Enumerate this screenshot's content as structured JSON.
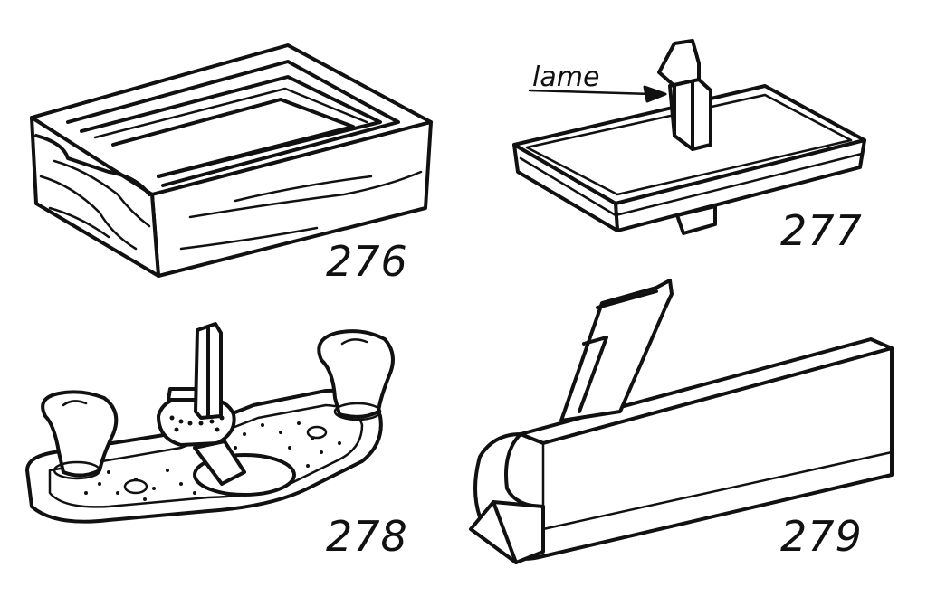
{
  "figures": [
    {
      "id": "276",
      "label": "276"
    },
    {
      "id": "277",
      "label": "277",
      "callout": "lame"
    },
    {
      "id": "278",
      "label": "278"
    },
    {
      "id": "279",
      "label": "279"
    }
  ],
  "colors": {
    "ink": "#111111",
    "paper": "#ffffff"
  }
}
